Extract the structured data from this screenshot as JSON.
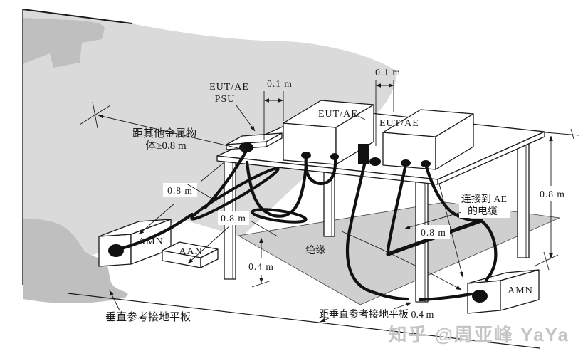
{
  "colors": {
    "background": "#ffffff",
    "wall": "#dadada",
    "wall_dark": "#bfbfbf",
    "floor_plane": "#cfcfcf",
    "ink": "#1a1a1a",
    "watermark": "#c5c5c5"
  },
  "labels": {
    "psu_line1": "EUT/AE",
    "psu_line2": "PSU",
    "dim_01_left": "0.1 m",
    "dim_01_right": "0.1 m",
    "eut_box1": "EUT/AE",
    "eut_box2": "EUT/AE",
    "metal_clearance_line1": "距其他金属物",
    "metal_clearance_line2": "体≥0.8 m",
    "dim_08_amn_cable": "0.8 m",
    "dim_08_aan_cable": "0.8 m",
    "dim_08_ae_cable": "0.8 m",
    "dim_08_table_height": "0.8 m",
    "amn_left": "AMN",
    "aan": "AAN",
    "amn_right": "AMN",
    "insulation": "绝缘",
    "dim_04_height": "0.4 m",
    "ae_cable_line1": "连接到 AE",
    "ae_cable_line2": "的电缆",
    "vertical_ground_plane": "垂直参考接地平板",
    "distance_to_vertical_plane": "距垂直参考接地平板 0.4 m"
  },
  "watermark": {
    "text": "知乎 @周亚峰 YaYa"
  }
}
